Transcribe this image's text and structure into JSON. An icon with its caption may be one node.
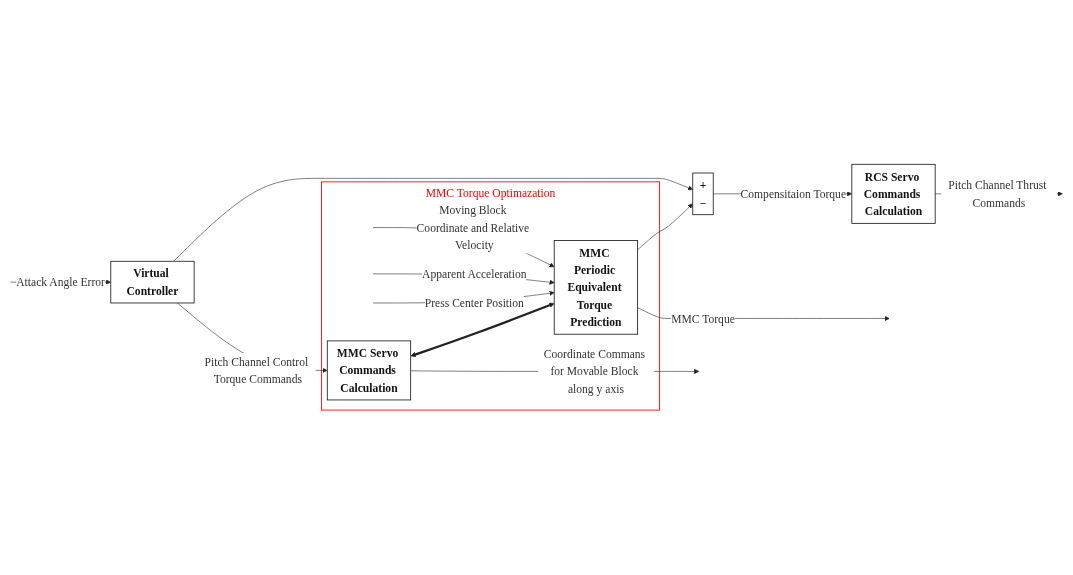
{
  "diagram": {
    "nodes": [
      {
        "text": [
          "Virtual Controller"
        ]
      },
      {
        "text": [
          "MMC Torque Optimazation"
        ]
      },
      {
        "text": [
          "MMC Servo Commands Calculation"
        ],
        "in": 1
      },
      {
        "text": [
          "MMC Periodic Equivalent Torque Prediction"
        ],
        "in": 1
      },
      {
        "text": [
          "+",
          "−"
        ]
      },
      {
        "text": [
          "RCS Servo Commands Calculation"
        ]
      }
    ],
    "edges": [
      {
        "from": null,
        "to": 0,
        "arrow": "to",
        "label": "Attack Angle Error"
      },
      {
        "from": 0,
        "to": 2,
        "arrow": "to",
        "label": "Pitch Channel Control Torque Commands"
      },
      {
        "from": 2,
        "to": null,
        "arrow": "to",
        "label": "Coordinate Commans for Movable Block along y axis"
      },
      {
        "from": 2,
        "to": 3,
        "arrow": "both",
        "style": "thick"
      },
      {
        "from": null,
        "to": 3,
        "arrow": "to",
        "label": "Moving Block Coordinate and Relative Velocity"
      },
      {
        "from": null,
        "to": 3,
        "arrow": "to",
        "label": "Apparent Acceleration"
      },
      {
        "from": null,
        "to": 3,
        "arrow": "to",
        "label": "Press Center Position"
      },
      {
        "from": 3,
        "to": null,
        "arrow": "to",
        "label": "MMC Torque"
      },
      {
        "from": 0,
        "to": 4,
        "arrow": "to"
      },
      {
        "from": 3,
        "to": 4,
        "arrow": "to"
      },
      {
        "from": 4,
        "to": 5,
        "arrow": "to",
        "label": "Compensitaion Torque"
      },
      {
        "from": 5,
        "to": null,
        "arrow": "to",
        "label": "Pitch Channel Thrust Commands"
      }
    ]
  }
}
